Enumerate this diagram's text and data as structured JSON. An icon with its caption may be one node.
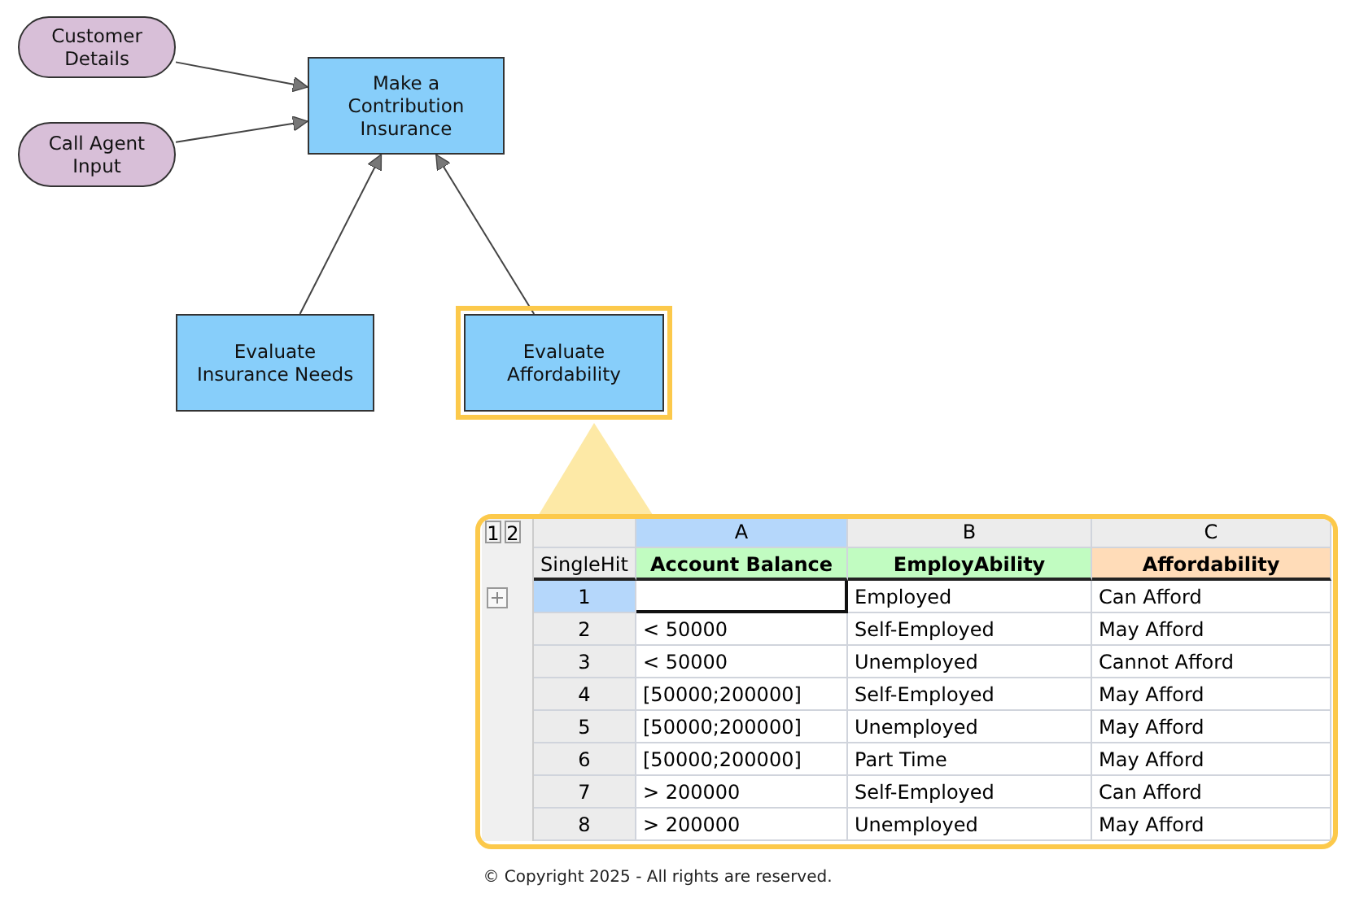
{
  "diagram": {
    "caption": "© Copyright 2025 - All rights are reserved.",
    "nodes": [
      {
        "text": [
          "Customer Details"
        ]
      },
      {
        "text": [
          "Call Agent Input"
        ]
      },
      {
        "text": [
          "Make a Contribution Insurance"
        ]
      },
      {
        "text": [
          "Evaluate Insurance Needs"
        ]
      },
      {
        "text": [
          "Evaluate Affordability"
        ]
      }
    ],
    "edges": [
      {
        "from": 0,
        "to": 2,
        "arrow": "to"
      },
      {
        "from": 1,
        "to": 2,
        "arrow": "to"
      },
      {
        "from": 3,
        "to": 2,
        "arrow": "to"
      },
      {
        "from": 4,
        "to": 2,
        "arrow": "to"
      }
    ],
    "labels": [
      "1",
      "2",
      "A",
      "B",
      "C",
      "SingleHit",
      "Account Balance",
      "EmployAbility",
      "Affordability",
      "1",
      "Employed",
      "Can Afford",
      "2",
      "< 50000",
      "Self-Employed",
      "May Afford",
      "3",
      "< 50000",
      "Unemployed",
      "Cannot Afford",
      "4",
      "[50000;200000]",
      "Self-Employed",
      "May Afford",
      "5",
      "[50000;200000]",
      "Unemployed",
      "May Afford",
      "6",
      "[50000;200000]",
      "Part Time",
      "May Afford",
      "7",
      "> 200000",
      "Self-Employed",
      "Can Afford",
      "8",
      "> 200000",
      "Unemployed",
      "May Afford"
    ]
  }
}
